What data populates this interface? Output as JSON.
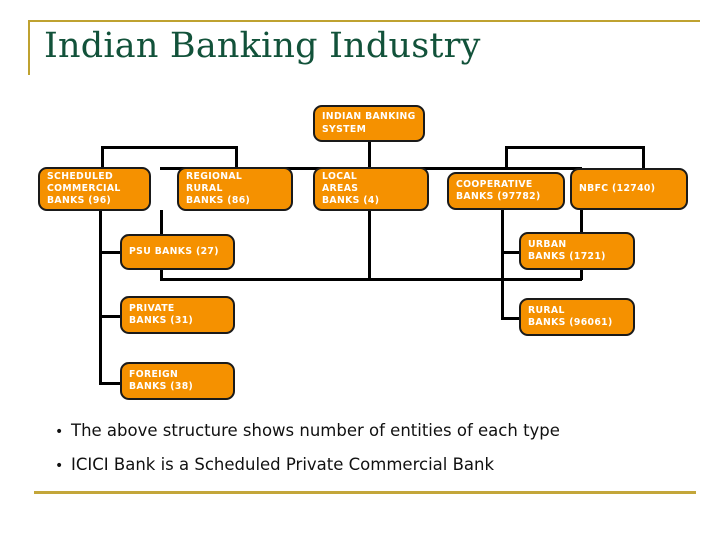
{
  "slide": {
    "title": "Indian Banking Industry",
    "accent_gold": "#bfa230",
    "title_color": "#12523a",
    "node_fill": "#F59100",
    "node_border": "#1a1a1a",
    "node_text": "#ffffff"
  },
  "chart_data": {
    "type": "diagram",
    "title": "Indian Banking Industry",
    "layout": "org-chart",
    "nodes": [
      {
        "id": "root",
        "label": "INDIAN BANKING\nSYSTEM",
        "value": null,
        "level": 0
      },
      {
        "id": "scb",
        "label": "SCHEDULED\nCOMMERCIAL\nBANKS (96)",
        "value": 96,
        "level": 1
      },
      {
        "id": "rrb",
        "label": "REGIONAL\nRURAL\nBANKS (86)",
        "value": 86,
        "level": 1
      },
      {
        "id": "lab",
        "label": "LOCAL\nAREAS\nBANKS (4)",
        "value": 4,
        "level": 1
      },
      {
        "id": "coop",
        "label": "COOPERATIVE\nBANKS (97782)",
        "value": 97782,
        "level": 1
      },
      {
        "id": "nbfc",
        "label": "NBFC (12740)",
        "value": 12740,
        "level": 1
      },
      {
        "id": "psu",
        "label": "PSU BANKS (27)",
        "value": 27,
        "level": 2
      },
      {
        "id": "private",
        "label": "PRIVATE\nBANKS (31)",
        "value": 31,
        "level": 2
      },
      {
        "id": "foreign",
        "label": "FOREIGN\nBANKS (38)",
        "value": 38,
        "level": 2
      },
      {
        "id": "urban",
        "label": "URBAN\nBANKS (1721)",
        "value": 1721,
        "level": 2
      },
      {
        "id": "rural",
        "label": "RURAL\nBANKS (96061)",
        "value": 96061,
        "level": 2
      }
    ],
    "edges": [
      {
        "from": "root",
        "to": "scb"
      },
      {
        "from": "root",
        "to": "rrb"
      },
      {
        "from": "root",
        "to": "lab"
      },
      {
        "from": "root",
        "to": "coop"
      },
      {
        "from": "root",
        "to": "nbfc"
      },
      {
        "from": "scb",
        "to": "psu"
      },
      {
        "from": "scb",
        "to": "private"
      },
      {
        "from": "scb",
        "to": "foreign"
      },
      {
        "from": "coop",
        "to": "urban"
      },
      {
        "from": "coop",
        "to": "rural"
      }
    ]
  },
  "nodes": {
    "root": "INDIAN BANKING\nSYSTEM",
    "scb": "SCHEDULED\nCOMMERCIAL\nBANKS (96)",
    "rrb": "REGIONAL\nRURAL\nBANKS (86)",
    "lab": "LOCAL\nAREAS\nBANKS (4)",
    "coop": "COOPERATIVE\nBANKS (97782)",
    "nbfc": "NBFC (12740)",
    "psu": "PSU BANKS (27)",
    "private": "PRIVATE\nBANKS (31)",
    "foreign": "FOREIGN\nBANKS (38)",
    "urban": "URBAN\nBANKS (1721)",
    "rural": "RURAL\nBANKS (96061)"
  },
  "bullets": [
    {
      "marker": "•",
      "text": "The above structure shows number of entities of each type"
    },
    {
      "marker": "•",
      "text": "ICICI Bank is a Scheduled Private Commercial Bank"
    }
  ]
}
